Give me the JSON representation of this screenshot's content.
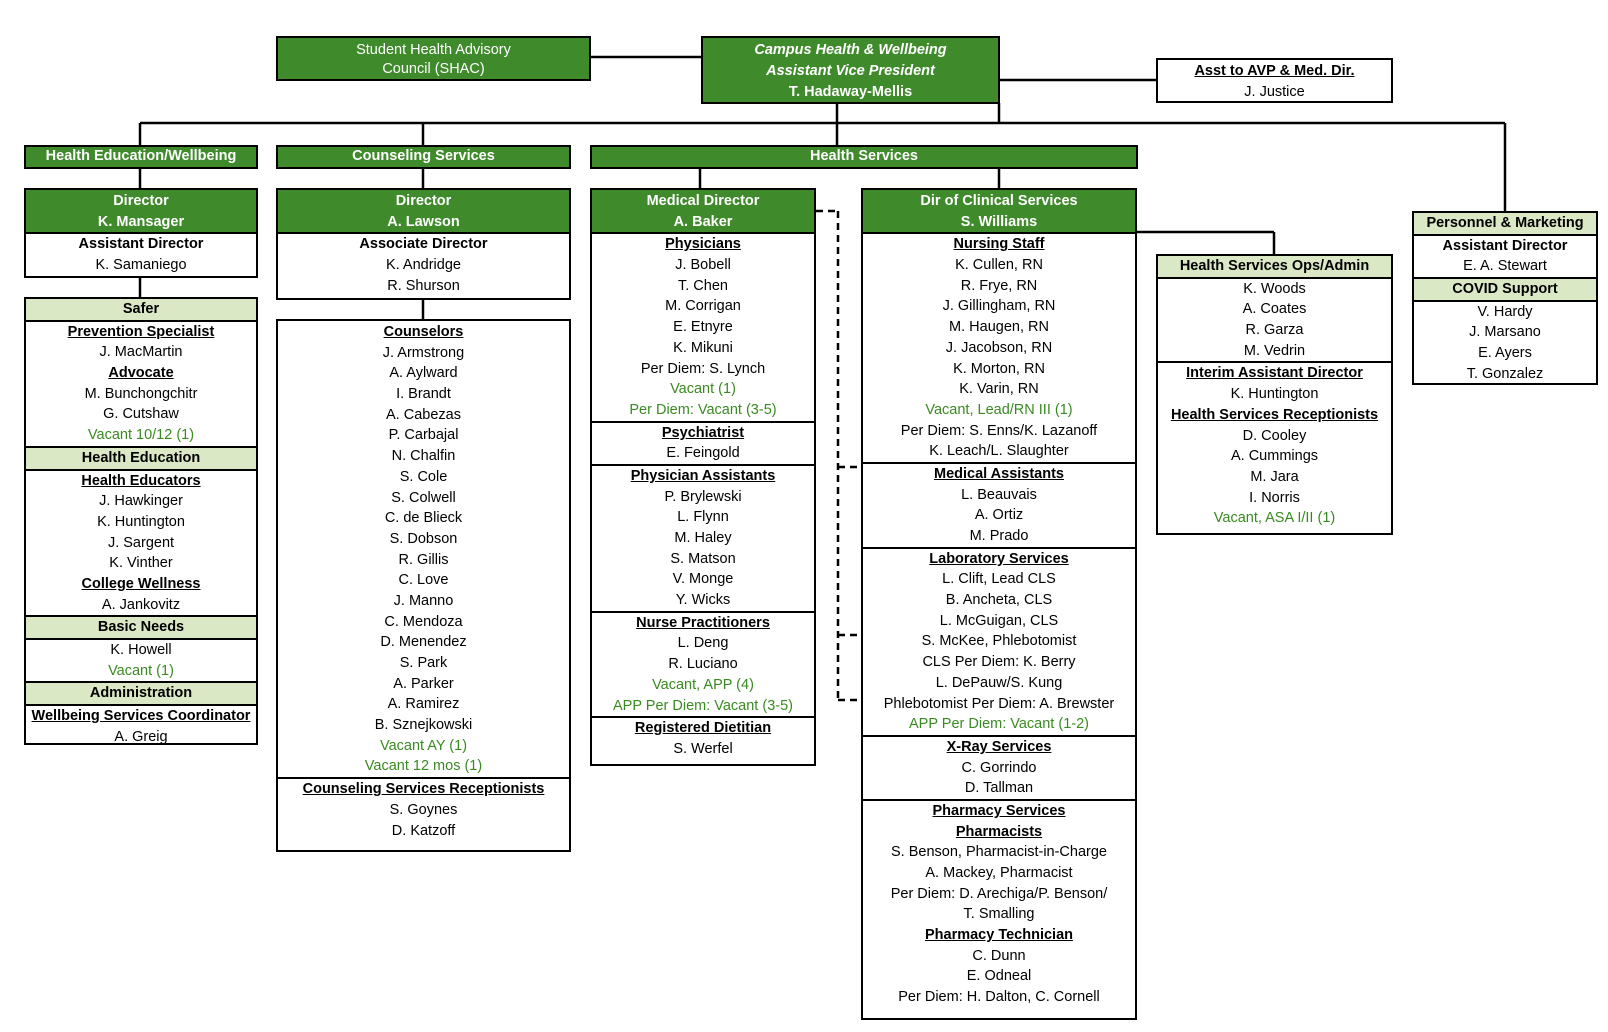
{
  "shac": {
    "line1": "Student Health Advisory",
    "line2": "Council (SHAC)"
  },
  "avp": {
    "line1": "Campus Health & Wellbeing",
    "line2": "Assistant Vice President",
    "name": "T. Hadaway-Mellis"
  },
  "asst_avp": {
    "title": "Asst to AVP & Med. Dir.",
    "name": "J. Justice"
  },
  "dept_bars": {
    "health_ed": "Health Education/Wellbeing",
    "counseling": "Counseling Services",
    "health_services": "Health Services"
  },
  "health_ed": {
    "director_title": "Director",
    "director_name": "K. Mansager",
    "asst_title": "Assistant Director",
    "asst_name": "K. Samaniego",
    "safer": "Safer",
    "prevention_title": "Prevention Specialist",
    "prevention_name": "J. MacMartin",
    "advocate_title": "Advocate",
    "advocate_1": "M. Bunchongchitr",
    "advocate_2": "G. Cutshaw",
    "advocate_vacant": "Vacant 10/12 (1)",
    "health_education": "Health Education",
    "educators_title": "Health Educators",
    "educators": [
      "J. Hawkinger",
      "K. Huntington",
      "J. Sargent",
      "K. Vinther"
    ],
    "college_wellness_title": "College Wellness",
    "college_wellness_name": "A. Jankovitz",
    "basic_needs": "Basic Needs",
    "basic_needs_name": "K. Howell",
    "basic_needs_vacant": "Vacant (1)",
    "administration": "Administration",
    "coordinator_title": "Wellbeing Services Coordinator",
    "coordinator_name": "A. Greig"
  },
  "counseling": {
    "director_title": "Director",
    "director_name": "A. Lawson",
    "assoc_title": "Associate Director",
    "assoc_1": "K. Andridge",
    "assoc_2": "R. Shurson",
    "counselors_title": "Counselors",
    "counselors": [
      "J. Armstrong",
      "A. Aylward",
      "I. Brandt",
      "A. Cabezas",
      "P. Carbajal",
      "N. Chalfin",
      "S. Cole",
      "S. Colwell",
      "C. de Blieck",
      "S. Dobson",
      "R. Gillis",
      "C. Love",
      "J. Manno",
      "C. Mendoza",
      "D. Menendez",
      "S. Park",
      "A. Parker",
      "A. Ramirez",
      "B. Sznejkowski"
    ],
    "vacant_1": "Vacant AY (1)",
    "vacant_2": "Vacant 12 mos (1)",
    "receptionists_title": "Counseling Services Receptionists",
    "receptionists": [
      "S. Goynes",
      "D. Katzoff"
    ]
  },
  "medical": {
    "director_title": "Medical Director",
    "director_name": "A. Baker",
    "physicians_title": "Physicians",
    "physicians": [
      "J. Bobell",
      "T. Chen",
      "M. Corrigan",
      "E. Etnyre",
      "K. Mikuni",
      "Per Diem: S. Lynch"
    ],
    "phys_vacant_1": "Vacant (1)",
    "phys_vacant_2": "Per Diem: Vacant (3-5)",
    "psychiatrist_title": "Psychiatrist",
    "psychiatrist_name": "E. Feingold",
    "pa_title": "Physician Assistants",
    "pas": [
      "P. Brylewski",
      "L. Flynn",
      "M. Haley",
      "S. Matson",
      "V. Monge",
      "Y. Wicks"
    ],
    "np_title": "Nurse Practitioners",
    "nps": [
      "L. Deng",
      "R. Luciano"
    ],
    "np_vacant_1": "Vacant, APP (4)",
    "np_vacant_2": "APP Per Diem: Vacant (3-5)",
    "dietitian_title": "Registered Dietitian",
    "dietitian_name": "S. Werfel"
  },
  "clinical": {
    "director_title": "Dir of Clinical Services",
    "director_name": "S. Williams",
    "nursing_title": "Nursing Staff",
    "nurses": [
      "K. Cullen, RN",
      "R. Frye, RN",
      "J. Gillingham, RN",
      "M. Haugen, RN",
      "J. Jacobson, RN",
      "K. Morton, RN",
      "K. Varin, RN"
    ],
    "nursing_vacant": "Vacant, Lead/RN III (1)",
    "nursing_perdiem_1": "Per Diem: S. Enns/K. Lazanoff",
    "nursing_perdiem_2": "K. Leach/L. Slaughter",
    "ma_title": "Medical Assistants",
    "mas": [
      "L. Beauvais",
      "A. Ortiz",
      "M. Prado"
    ],
    "lab_title": "Laboratory Services",
    "lab": [
      "L. Clift, Lead CLS",
      "B. Ancheta, CLS",
      "L. McGuigan, CLS",
      "S. McKee, Phlebotomist",
      "CLS Per Diem: K. Berry",
      "L. DePauw/S. Kung",
      "Phlebotomist Per Diem: A. Brewster"
    ],
    "lab_vacant": "APP Per Diem: Vacant (1-2)",
    "xray_title": "X-Ray Services",
    "xray": [
      "C. Gorrindo",
      "D. Tallman"
    ],
    "pharmacy_title": "Pharmacy Services",
    "pharmacists_title": "Pharmacists",
    "pharmacists": [
      "S. Benson, Pharmacist-in-Charge",
      "A. Mackey, Pharmacist",
      "Per Diem: D. Arechiga/P. Benson/",
      "T. Smalling"
    ],
    "tech_title": "Pharmacy Technician",
    "techs": [
      "C. Dunn",
      "E. Odneal",
      "Per Diem: H. Dalton, C. Cornell"
    ]
  },
  "ops": {
    "title": "Health Services Ops/Admin",
    "staff": [
      "K. Woods",
      "A. Coates",
      "R. Garza",
      "M. Vedrin"
    ],
    "interim_title": "Interim Assistant Director",
    "interim_name": "K. Huntington",
    "recept_title": "Health Services Receptionists",
    "receptionists": [
      "D. Cooley",
      "A. Cummings",
      "M. Jara",
      "I. Norris"
    ],
    "vacant": "Vacant, ASA I/II (1)"
  },
  "personnel": {
    "title": "Personnel & Marketing",
    "asst_title": "Assistant Director",
    "asst_name": "E. A. Stewart",
    "covid_title": "COVID Support",
    "covid": [
      "V. Hardy",
      "J. Marsano",
      "E. Ayers",
      "T. Gonzalez"
    ]
  }
}
